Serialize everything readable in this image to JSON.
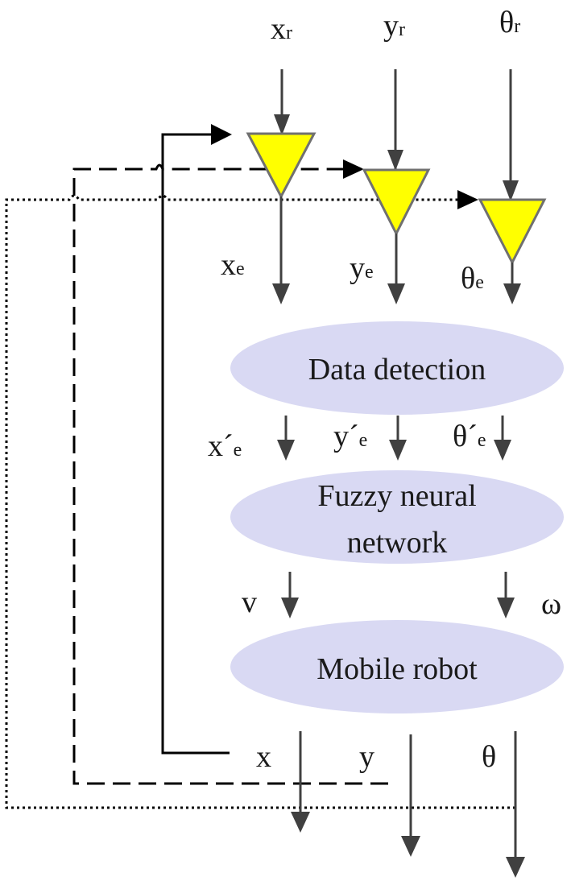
{
  "colors": {
    "summing_fill": "#ffff00",
    "summing_stroke": "#707070",
    "node_fill": "#d9d9f3",
    "line": "#404040",
    "feedback": "#000000"
  },
  "inputs": {
    "x": {
      "main": "x",
      "sub": "r"
    },
    "y": {
      "main": "y",
      "sub": "r"
    },
    "theta": {
      "main": "θ",
      "sub": "r"
    }
  },
  "errors": {
    "x": {
      "main": "x",
      "sub": "e"
    },
    "y": {
      "main": "y",
      "sub": "e"
    },
    "theta": {
      "main": "θ",
      "sub": "e"
    }
  },
  "detected": {
    "x": {
      "main": "x´",
      "sub": "e"
    },
    "y": {
      "main": "y´",
      "sub": "e"
    },
    "theta": {
      "main": "θ´",
      "sub": "e"
    }
  },
  "nodes": {
    "data_detection": "Data detection",
    "fnn_line1": "Fuzzy neural",
    "fnn_line2": "network",
    "mobile_robot": "Mobile robot"
  },
  "controls": {
    "v": "v",
    "omega": "ω"
  },
  "outputs": {
    "x": "x",
    "y": "y",
    "theta": "θ"
  }
}
